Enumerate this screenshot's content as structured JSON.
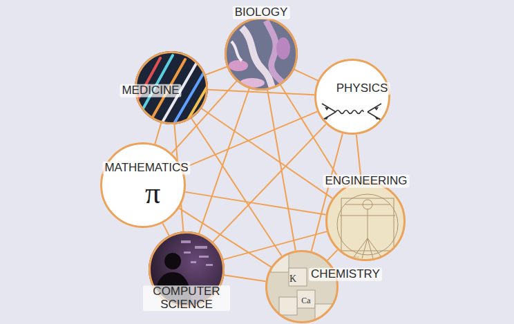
{
  "diagram": {
    "nodes": [
      {
        "text": [
          "BIOLOGY"
        ]
      },
      {
        "text": [
          "MEDICINE"
        ]
      },
      {
        "text": [
          "PHYSICS"
        ]
      },
      {
        "text": [
          "MATHEMATICS",
          "π"
        ]
      },
      {
        "text": [
          "ENGINEERING"
        ]
      },
      {
        "text": [
          "COMPUTER SCIENCE"
        ]
      },
      {
        "text": [
          "CHEMISTRY"
        ]
      }
    ],
    "edges": [
      {
        "from": 0,
        "to": 1,
        "arrow": "none"
      },
      {
        "from": 0,
        "to": 2,
        "arrow": "none"
      },
      {
        "from": 0,
        "to": 3,
        "arrow": "none"
      },
      {
        "from": 0,
        "to": 4,
        "arrow": "none"
      },
      {
        "from": 0,
        "to": 5,
        "arrow": "none"
      },
      {
        "from": 0,
        "to": 6,
        "arrow": "none"
      },
      {
        "from": 1,
        "to": 2,
        "arrow": "none"
      },
      {
        "from": 1,
        "to": 3,
        "arrow": "none"
      },
      {
        "from": 1,
        "to": 4,
        "arrow": "none"
      },
      {
        "from": 1,
        "to": 5,
        "arrow": "none"
      },
      {
        "from": 1,
        "to": 6,
        "arrow": "none"
      },
      {
        "from": 2,
        "to": 3,
        "arrow": "none"
      },
      {
        "from": 2,
        "to": 4,
        "arrow": "none"
      },
      {
        "from": 2,
        "to": 5,
        "arrow": "none"
      },
      {
        "from": 2,
        "to": 6,
        "arrow": "none"
      },
      {
        "from": 3,
        "to": 4,
        "arrow": "none"
      },
      {
        "from": 3,
        "to": 5,
        "arrow": "none"
      },
      {
        "from": 3,
        "to": 6,
        "arrow": "none"
      },
      {
        "from": 4,
        "to": 5,
        "arrow": "none"
      },
      {
        "from": 4,
        "to": 6,
        "arrow": "none"
      },
      {
        "from": 5,
        "to": 6,
        "arrow": "none"
      }
    ],
    "labels": [
      "K",
      "Ca"
    ]
  }
}
